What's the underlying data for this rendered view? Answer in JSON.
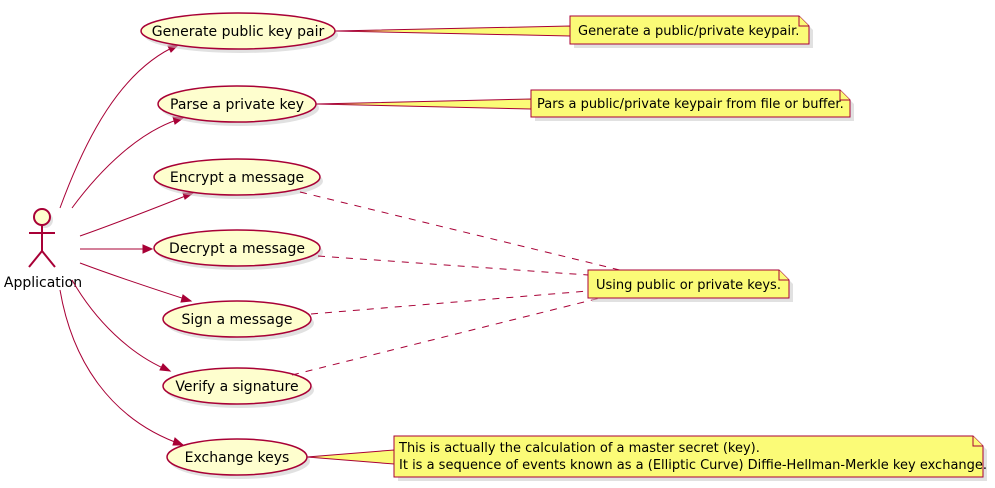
{
  "diagram": {
    "actor": {
      "label": "Application"
    },
    "use_cases": [
      {
        "id": "generate",
        "label": "Generate public key pair"
      },
      {
        "id": "parse",
        "label": "Parse a private key"
      },
      {
        "id": "encrypt",
        "label": "Encrypt a message"
      },
      {
        "id": "decrypt",
        "label": "Decrypt a message"
      },
      {
        "id": "sign",
        "label": "Sign a message"
      },
      {
        "id": "verify",
        "label": "Verify a signature"
      },
      {
        "id": "exchange",
        "label": "Exchange keys"
      }
    ],
    "notes": {
      "generate": {
        "lines": [
          "Generate a public/private keypair."
        ]
      },
      "parse": {
        "lines": [
          "Pars a public/private keypair from file or buffer."
        ]
      },
      "keys": {
        "lines": [
          "Using public or private keys."
        ]
      },
      "exchange": {
        "lines": [
          "This is actually the calculation of a master secret (key).",
          "It is a sequence of events known as a (Elliptic Curve) Diffie-Hellman-Merkle key exchange."
        ]
      }
    },
    "colors": {
      "use_case_fill": "#FEFECE",
      "note_fill": "#FBFB77",
      "border": "#A80036"
    }
  }
}
